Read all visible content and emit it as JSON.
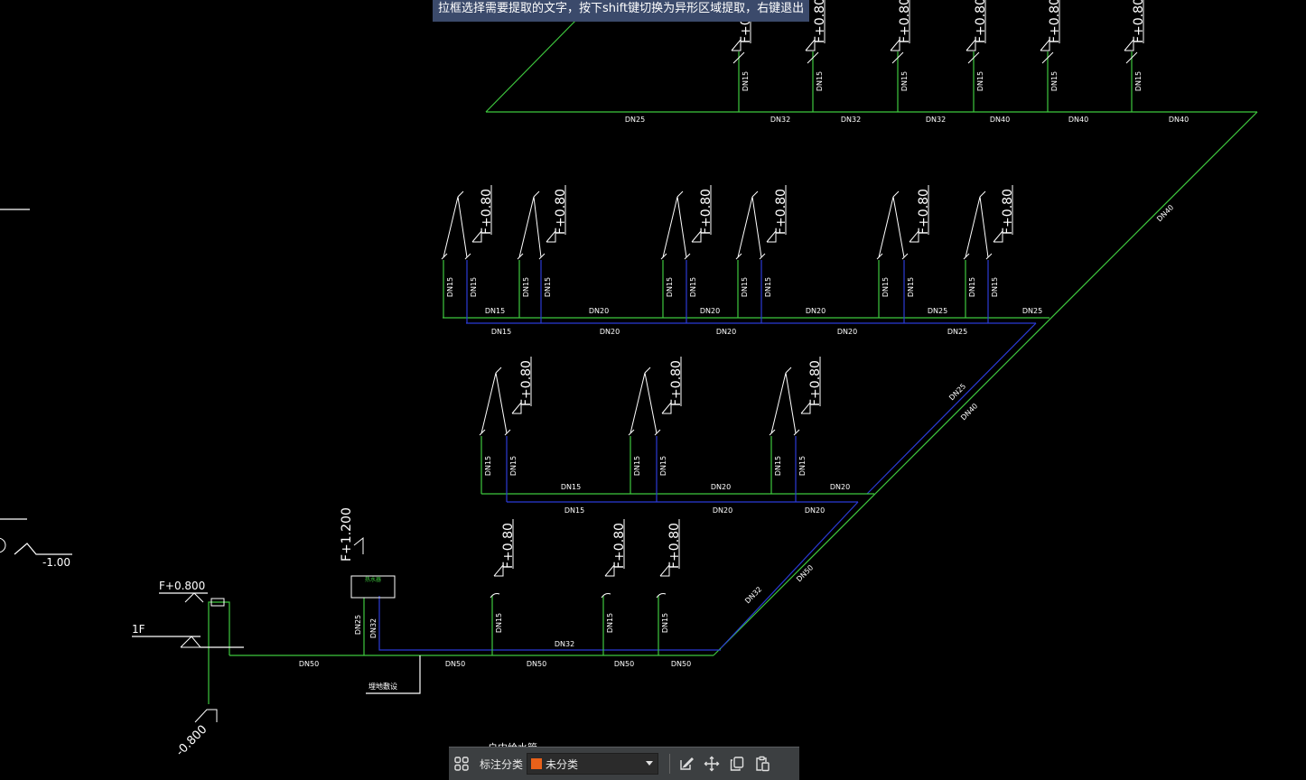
{
  "tooltip": "拉框选择需要提取的文字，按下shift键切换为异形区域提取，右键退出",
  "toolbar": {
    "label": "标注分类",
    "select_value": "未分类",
    "swatch_color": "#e8611a",
    "icons": [
      "grid-icon",
      "edit-icon",
      "move-icon",
      "copy-icon",
      "paste-icon"
    ]
  },
  "colors": {
    "pipe_green": "#3ec83e",
    "pipe_blue": "#2b3bd6",
    "text": "#ffffff",
    "background": "#000000"
  },
  "labels": {
    "top_run": [
      "DN25",
      "DN32",
      "DN32",
      "DN32",
      "DN40",
      "DN40",
      "DN40"
    ],
    "top_risers": [
      "DN15",
      "DN15",
      "DN15",
      "DN15",
      "DN15",
      "DN15"
    ],
    "riser_main": [
      "DN40",
      "DN25",
      "DN40",
      "DN32",
      "DN50"
    ],
    "mid_green": [
      "DN15",
      "DN20",
      "DN20",
      "DN20",
      "DN25",
      "DN25"
    ],
    "mid_blue": [
      "DN15",
      "DN20",
      "DN20",
      "DN20",
      "DN25"
    ],
    "mid_risers": [
      "DN15",
      "DN15",
      "DN15",
      "DN15",
      "DN15",
      "DN15",
      "DN15",
      "DN15",
      "DN15",
      "DN15",
      "DN15",
      "DN15"
    ],
    "low_green": [
      "DN15",
      "DN20",
      "DN20"
    ],
    "low_blue": [
      "DN15",
      "DN20",
      "DN20"
    ],
    "low_risers": [
      "DN15",
      "DN15",
      "DN15",
      "DN15",
      "DN15",
      "DN15"
    ],
    "bottom_green": [
      "DN50",
      "DN50",
      "DN50",
      "DN50",
      "DN50"
    ],
    "bottom_blue": "DN32",
    "bottom_risers": [
      "DN15",
      "DN15",
      "DN15"
    ],
    "heater_risers": [
      "DN25",
      "DN32"
    ],
    "elev_fixture": "F+0.80",
    "elev_heater": "F+1.200",
    "elev_valve": "F+0.800",
    "elev_floor": "1F",
    "elev_minus_one": "-1.00",
    "elev_bury": "-0.800",
    "bury_note": "埋地敷设",
    "heater_text": "热水器",
    "cut_text": "户内给水管"
  }
}
